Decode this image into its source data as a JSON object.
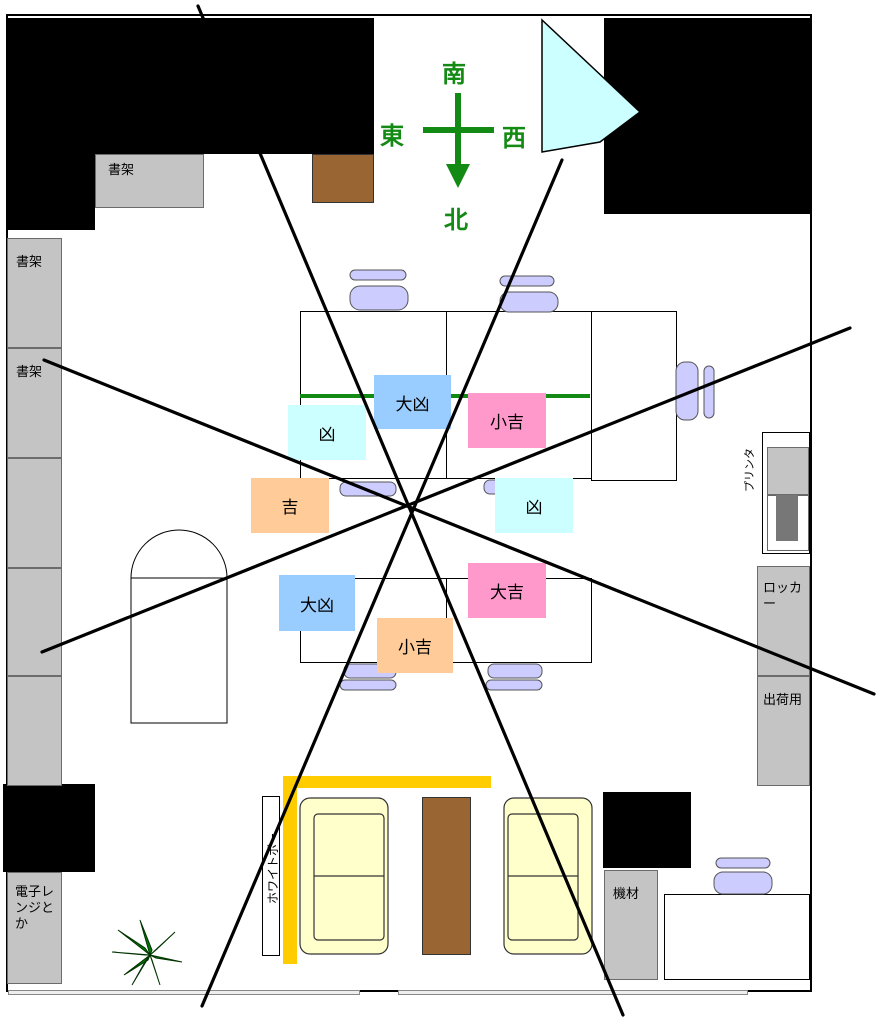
{
  "compass": {
    "south": "南",
    "east": "東",
    "west": "西",
    "north": "北",
    "color": "#138a13"
  },
  "furniture": {
    "shelf_top": "書架",
    "shelf_left_1": "書架",
    "shelf_left_2": "書架",
    "printer": "プリンタ",
    "locker": "ロッカー",
    "shipping": "出荷用",
    "microwave": "電子レンジとか",
    "equipment": "機材",
    "whiteboard": "ホワイトボード"
  },
  "fortune_tags": [
    {
      "label": "大凶",
      "color": "#99ccff"
    },
    {
      "label": "凶",
      "color": "#ccffff"
    },
    {
      "label": "小吉",
      "color": "#ff99cc"
    },
    {
      "label": "吉",
      "color": "#ffcc99"
    },
    {
      "label": "凶",
      "color": "#ccffff"
    },
    {
      "label": "大凶",
      "color": "#99ccff"
    },
    {
      "label": "大吉",
      "color": "#ff99cc"
    },
    {
      "label": "小吉",
      "color": "#ffcc99"
    }
  ],
  "colors": {
    "wall": "#000000",
    "cabinet": "#c4c4c4",
    "chair": "#ccccff",
    "sofa": "#ffffcc",
    "wood": "#996633",
    "door": "#ccffff",
    "yellow_rail": "#ffcc00",
    "plant": "#007700"
  }
}
